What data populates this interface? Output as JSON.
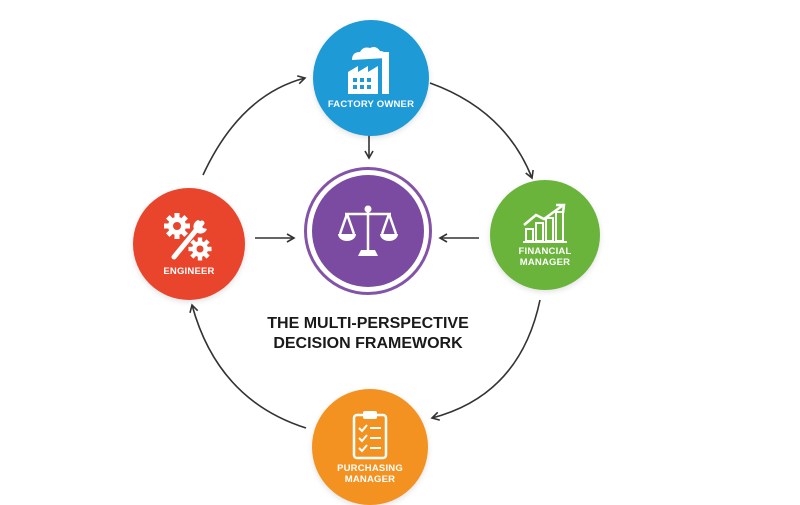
{
  "diagram": {
    "title_line1": "THE MULTI-PERSPECTIVE",
    "title_line2": "DECISION FRAMEWORK",
    "center_icon": "scales-of-justice-icon",
    "nodes": [
      {
        "id": "factory",
        "label": "FACTORY OWNER",
        "icon": "factory-icon",
        "color": "#1e9ad6"
      },
      {
        "id": "financial",
        "label": "FINANCIAL\nMANAGER",
        "icon": "bar-chart-growth-icon",
        "color": "#6ab43c"
      },
      {
        "id": "purchasing",
        "label": "PURCHASING\nMANAGER",
        "icon": "clipboard-checklist-icon",
        "color": "#f39221"
      },
      {
        "id": "engineer",
        "label": "ENGINEER",
        "icon": "gears-wrench-icon",
        "color": "#e8452c"
      }
    ],
    "center_color": "#7b4aa1"
  }
}
